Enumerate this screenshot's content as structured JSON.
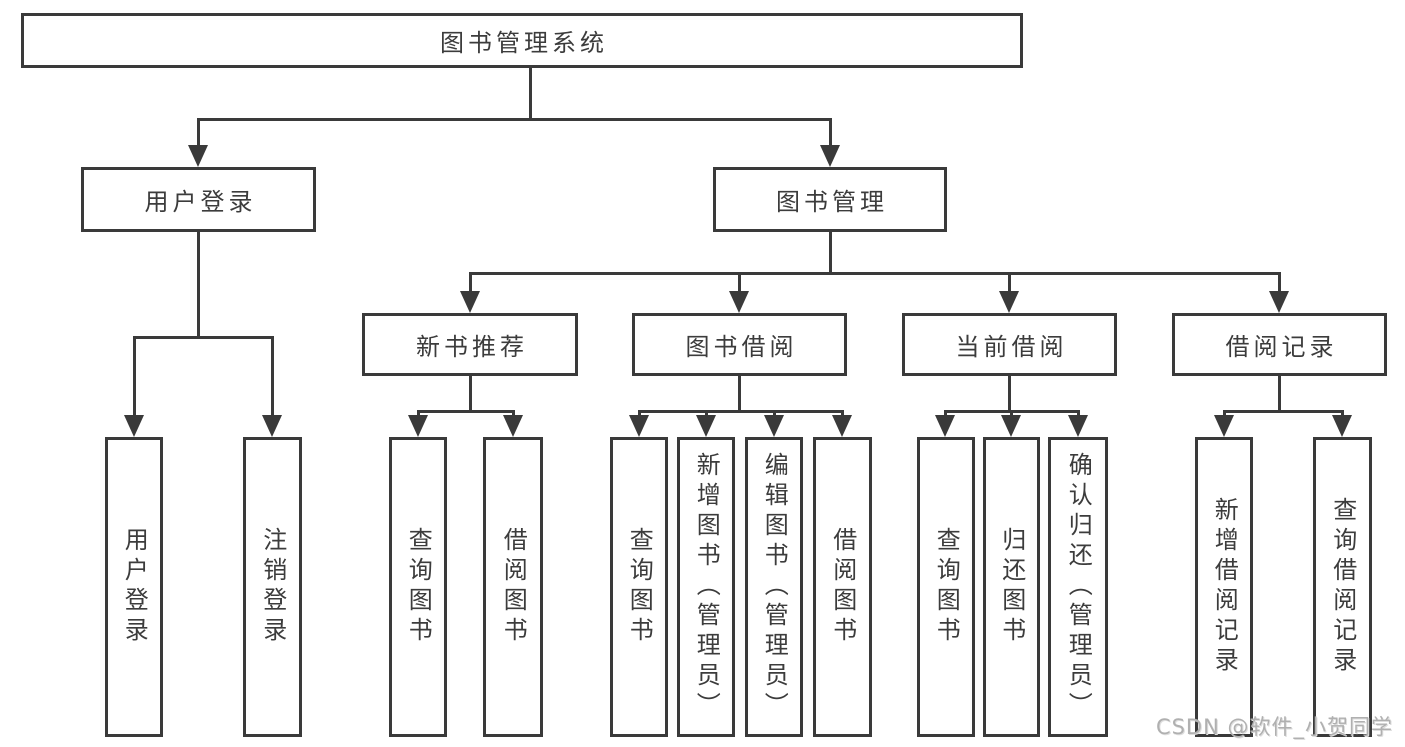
{
  "diagram": {
    "title": "图书管理系统",
    "watermark": "CSDN @软件_小贺同学",
    "colors": {
      "line": "#3a3a3a",
      "box_border": "#3a3a3a",
      "text": "#3c3c3c",
      "background": "#ffffff",
      "watermark": "#b0b0b0"
    },
    "nodes": {
      "root": {
        "label": "图书管理系统"
      },
      "level2": [
        {
          "label": "用户登录",
          "children": [
            "用户登录",
            "注销登录"
          ]
        },
        {
          "label": "图书管理",
          "children": [
            "新书推荐",
            "图书借阅",
            "当前借阅",
            "借阅记录"
          ]
        }
      ],
      "level3": [
        {
          "label": "新书推荐",
          "children": [
            "查询图书",
            "借阅图书"
          ]
        },
        {
          "label": "图书借阅",
          "children": [
            "查询图书",
            "新增图书（管理员）",
            "编辑图书（管理员）",
            "借阅图书"
          ]
        },
        {
          "label": "当前借阅",
          "children": [
            "查询图书",
            "归还图书",
            "确认归还（管理员）"
          ]
        },
        {
          "label": "借阅记录",
          "children": [
            "新增借阅记录",
            "查询借阅记录"
          ]
        }
      ],
      "leaves": [
        {
          "label": "用户登录"
        },
        {
          "label": "注销登录"
        },
        {
          "label": "查询图书"
        },
        {
          "label": "借阅图书"
        },
        {
          "label": "查询图书"
        },
        {
          "label": "新增图书（管理员）"
        },
        {
          "label": "编辑图书（管理员）"
        },
        {
          "label": "借阅图书"
        },
        {
          "label": "查询图书"
        },
        {
          "label": "归还图书"
        },
        {
          "label": "确认归还（管理员）"
        },
        {
          "label": "新增借阅记录"
        },
        {
          "label": "查询借阅记录"
        }
      ]
    }
  }
}
